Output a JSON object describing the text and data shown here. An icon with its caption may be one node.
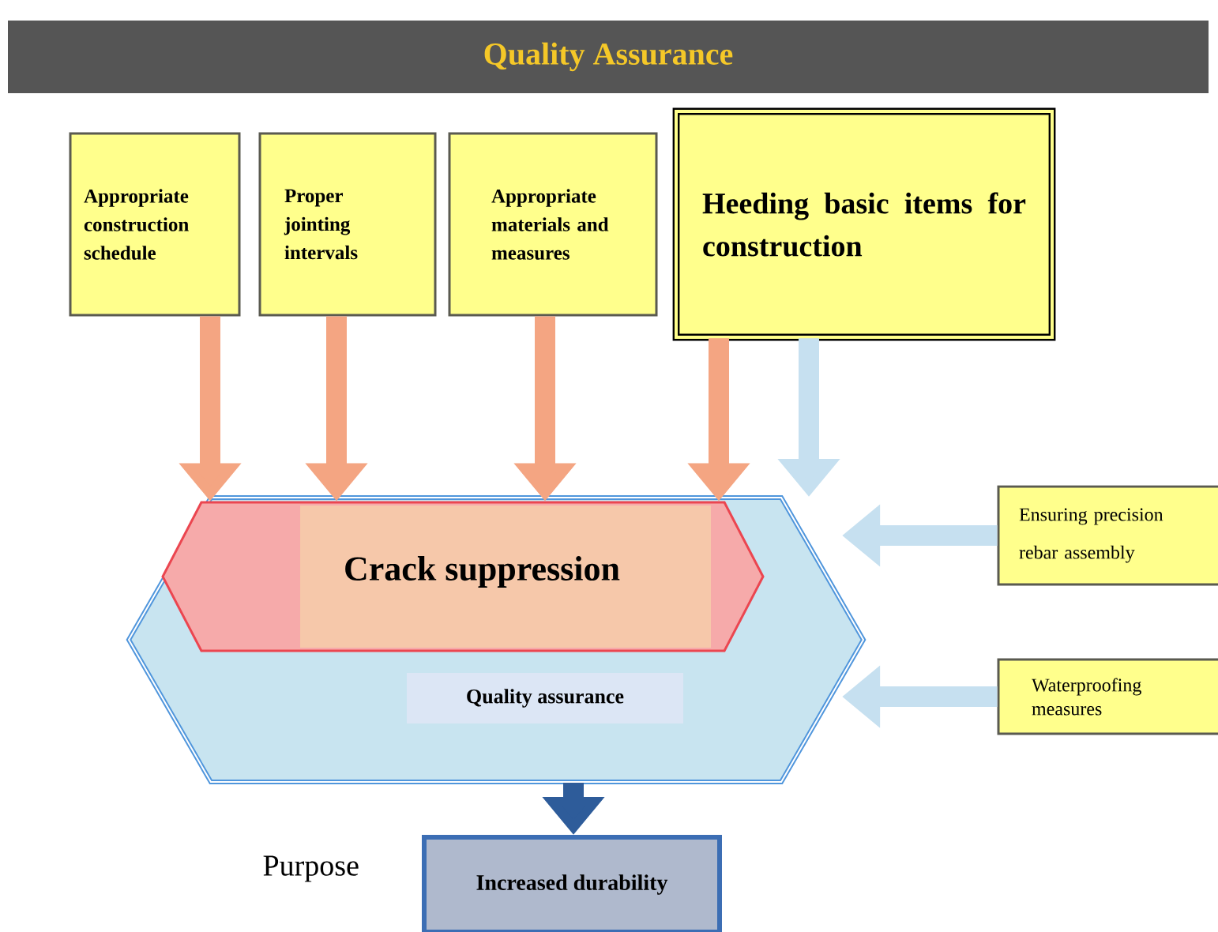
{
  "diagram": {
    "title": "Quality Assurance",
    "nodes": [
      {
        "text": [
          "Appropriate construction schedule"
        ]
      },
      {
        "text": [
          "Proper jointing intervals"
        ]
      },
      {
        "text": [
          "Appropriate materials and measures"
        ]
      },
      {
        "text": [
          "Heeding basic items for construction"
        ]
      },
      {
        "text": [
          "Quality assurance"
        ]
      },
      {
        "text": [
          "Crack suppression"
        ],
        "in": 4
      },
      {
        "text": [
          "Ensuring precision rebar assembly"
        ]
      },
      {
        "text": [
          "Waterproofing measures"
        ]
      },
      {
        "text": [
          "Increased durability"
        ],
        "beside": [
          "Purpose"
        ]
      }
    ],
    "edges": [
      {
        "from": 0,
        "to": 5,
        "arrow": "to",
        "color": "#f4a582"
      },
      {
        "from": 1,
        "to": 5,
        "arrow": "to",
        "color": "#f4a582"
      },
      {
        "from": 2,
        "to": 5,
        "arrow": "to",
        "color": "#f4a582"
      },
      {
        "from": 3,
        "to": 5,
        "arrow": "to",
        "color": "#f4a582"
      },
      {
        "from": 3,
        "to": 4,
        "arrow": "to",
        "color": "#c6e0f0"
      },
      {
        "from": 6,
        "to": 4,
        "arrow": "to",
        "color": "#c6e0f0"
      },
      {
        "from": 7,
        "to": 4,
        "arrow": "to",
        "color": "#c6e0f0"
      },
      {
        "from": 4,
        "to": 8,
        "arrow": "to",
        "color": "#2e5c9a"
      }
    ]
  }
}
